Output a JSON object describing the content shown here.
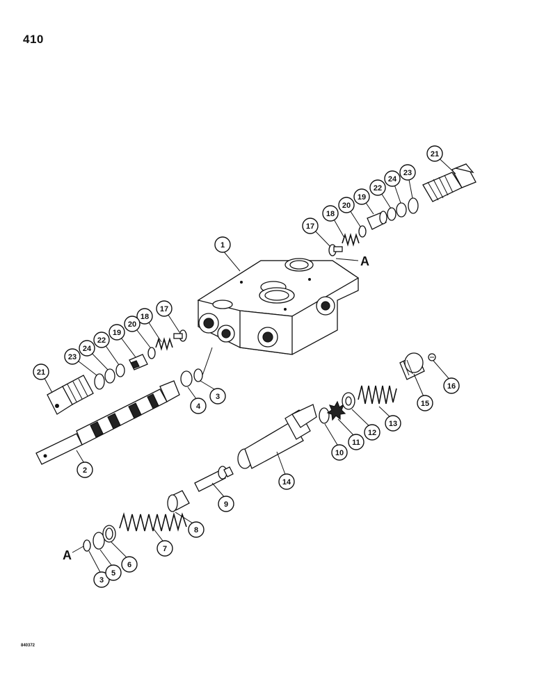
{
  "page": {
    "number": "410",
    "footer_code": "840372"
  },
  "reference_letters": [
    "A",
    "A"
  ],
  "callouts": [
    "1",
    "2",
    "3",
    "3",
    "4",
    "5",
    "6",
    "7",
    "8",
    "9",
    "10",
    "11",
    "12",
    "13",
    "14",
    "15",
    "16",
    "17",
    "17",
    "18",
    "18",
    "19",
    "19",
    "20",
    "20",
    "21",
    "21",
    "22",
    "22",
    "23",
    "23",
    "24",
    "24"
  ],
  "parts": [
    {
      "number": "1",
      "icon": "valve-body"
    },
    {
      "number": "2",
      "icon": "spool"
    },
    {
      "number": "3",
      "icon": "o-ring"
    },
    {
      "number": "4",
      "icon": "seal"
    },
    {
      "number": "5",
      "icon": "washer"
    },
    {
      "number": "6",
      "icon": "seal"
    },
    {
      "number": "7",
      "icon": "spring"
    },
    {
      "number": "8",
      "icon": "spring-seat"
    },
    {
      "number": "9",
      "icon": "bolt"
    },
    {
      "number": "10",
      "icon": "washer"
    },
    {
      "number": "11",
      "icon": "star-washer"
    },
    {
      "number": "12",
      "icon": "washer"
    },
    {
      "number": "13",
      "icon": "spring"
    },
    {
      "number": "14",
      "icon": "spring-housing"
    },
    {
      "number": "15",
      "icon": "cap"
    },
    {
      "number": "16",
      "icon": "screw"
    },
    {
      "number": "17",
      "icon": "poppet"
    },
    {
      "number": "18",
      "icon": "spring"
    },
    {
      "number": "19",
      "icon": "seat"
    },
    {
      "number": "20",
      "icon": "o-ring"
    },
    {
      "number": "21",
      "icon": "plug"
    },
    {
      "number": "22",
      "icon": "backup-ring"
    },
    {
      "number": "23",
      "icon": "o-ring"
    },
    {
      "number": "24",
      "icon": "backup-ring"
    }
  ]
}
